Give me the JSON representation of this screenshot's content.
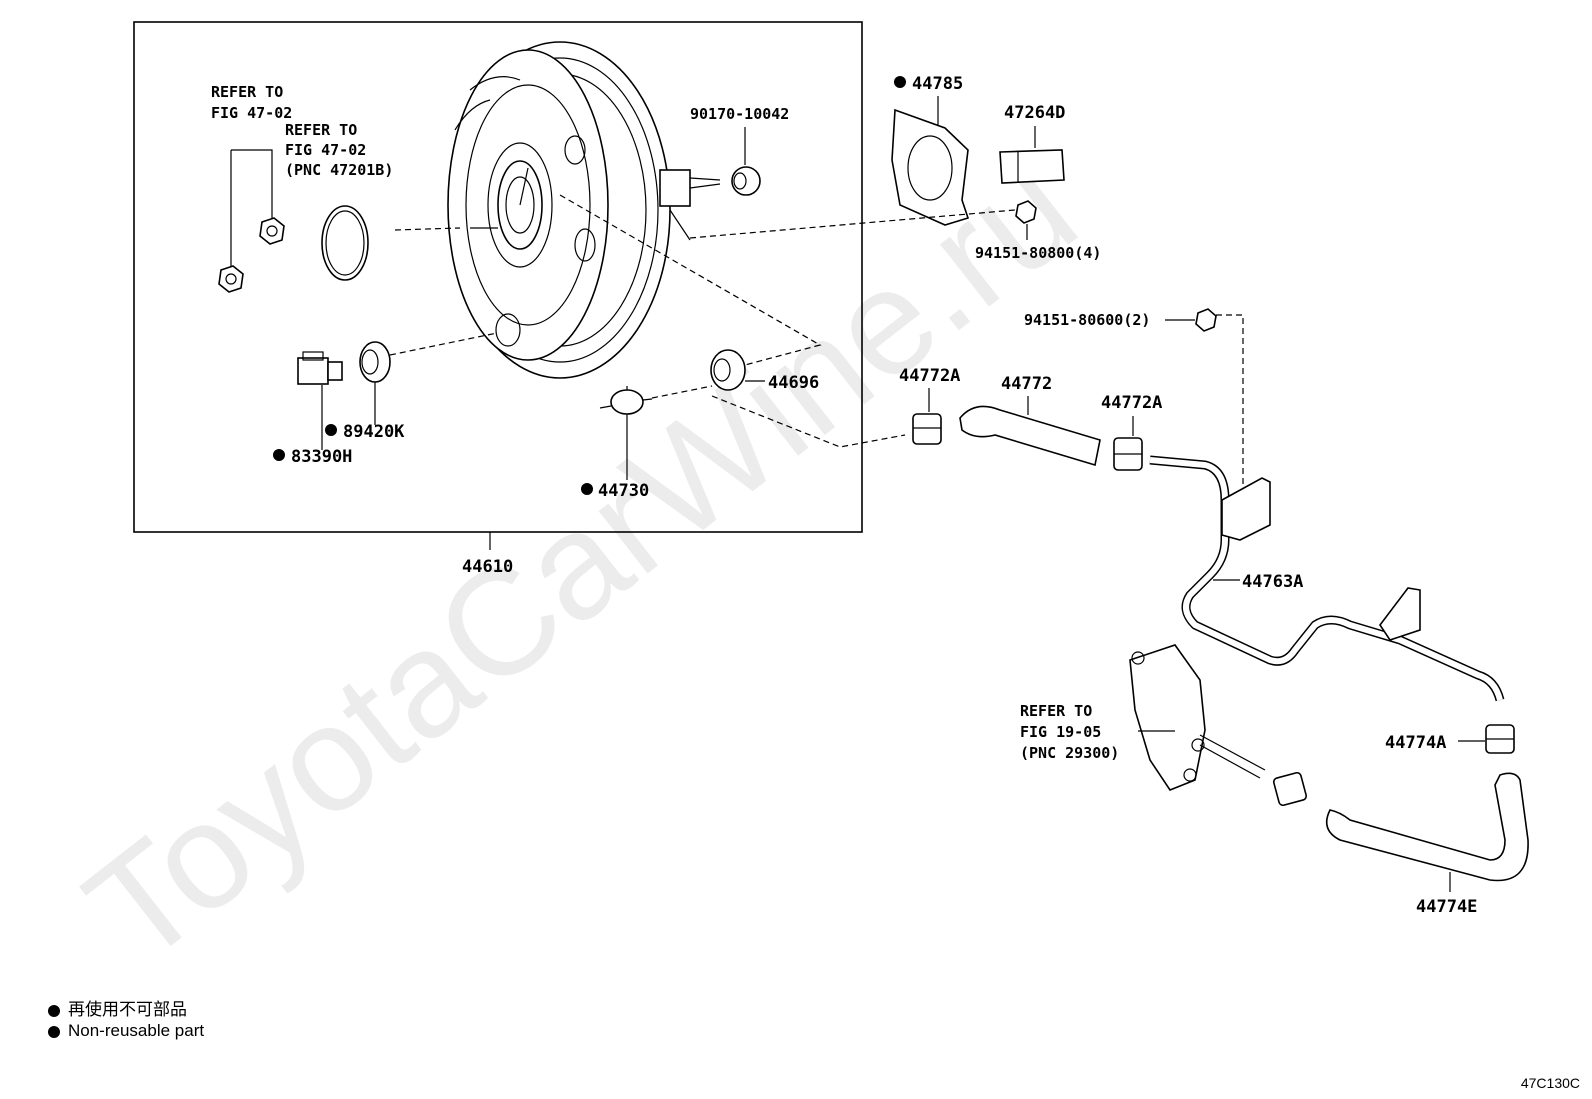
{
  "watermark": "ToyotaCarWine.ru",
  "diagram_code": "47C130C",
  "legend": {
    "jp": "再使用不可部品",
    "en": "Non-reusable part"
  },
  "labels": {
    "refer_47_02_a_1": "REFER TO",
    "refer_47_02_a_2": "FIG 47-02",
    "refer_47_02_b_1": "REFER TO",
    "refer_47_02_b_2": "FIG 47-02",
    "refer_47_02_b_3": "(PNC 47201B)",
    "p90170": "90170-10042",
    "p44785": "44785",
    "p47264D": "47264D",
    "p94151_80800": "94151-80800(4)",
    "p94151_80600": "94151-80600(2)",
    "p44696": "44696",
    "p44772A_1": "44772A",
    "p44772": "44772",
    "p44772A_2": "44772A",
    "p89420K": "89420K",
    "p83390H": "83390H",
    "p44730": "44730",
    "p44610": "44610",
    "p44763A": "44763A",
    "refer_19_05_1": "REFER TO",
    "refer_19_05_2": "FIG 19-05",
    "refer_19_05_3": "(PNC 29300)",
    "p44774A": "44774A",
    "p44774E": "44774E"
  },
  "non_reusable": [
    "44785",
    "89420K",
    "83390H",
    "44730"
  ]
}
